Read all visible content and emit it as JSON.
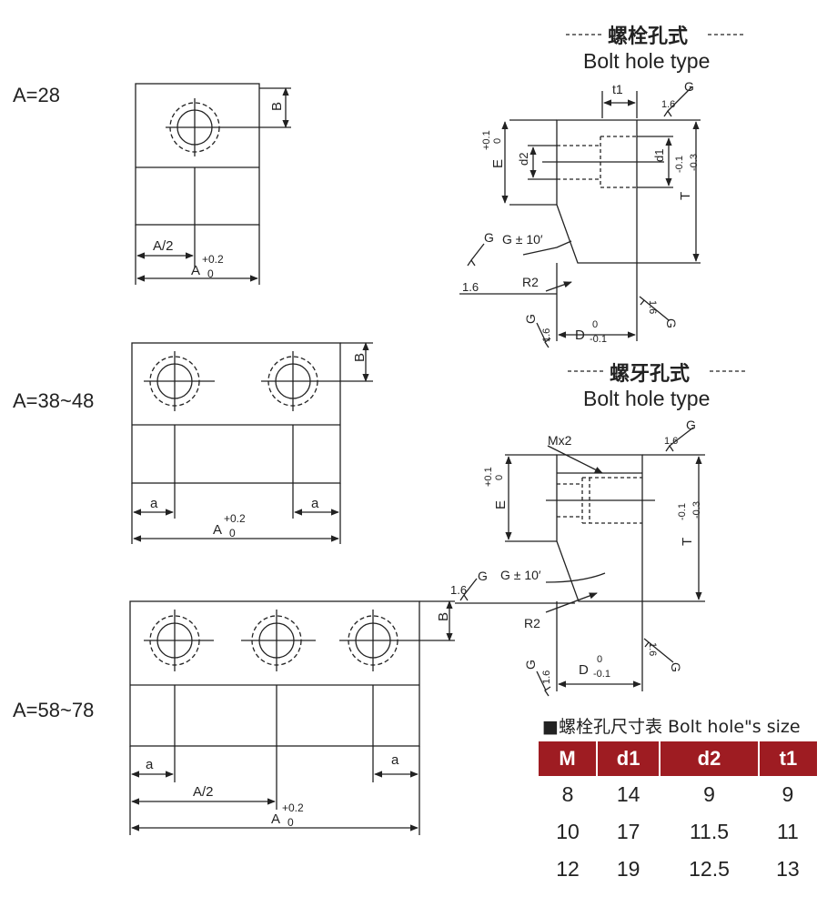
{
  "left_labels": {
    "a28": "A=28",
    "a38_48": "A=38~48",
    "a58_78": "A=58~78"
  },
  "dims": {
    "B": "B",
    "a": "a",
    "A_half": "A/2",
    "A": "A",
    "A_sub": "0",
    "A_tol": "+0.2",
    "t1": "t1",
    "d1": "d1",
    "d2": "d2",
    "E": "E",
    "E_tol_up": "+0.1",
    "E_tol_low": "0",
    "T": "T",
    "T_tol_up": "-0.1",
    "T_tol_low": "-0.3",
    "D": "D",
    "D_tol_up": "0",
    "D_tol_low": "-0.1",
    "G": "G",
    "roughness": "1.6",
    "G_angle": "G ± 10′",
    "R2": "R2",
    "Mx2": "Mx2"
  },
  "section1": {
    "title_cn": "螺栓孔式",
    "title_en": "Bolt hole type"
  },
  "section2": {
    "title_cn": "螺牙孔式",
    "title_en": "Bolt hole type"
  },
  "table": {
    "caption": "■螺栓孔尺寸表 Bolt hole\"s size",
    "header_color": "#9e1c22",
    "columns": [
      "M",
      "d1",
      "d2",
      "t1"
    ],
    "rows": [
      [
        "8",
        "14",
        "9",
        "9"
      ],
      [
        "10",
        "17",
        "11.5",
        "11"
      ],
      [
        "12",
        "19",
        "12.5",
        "13"
      ]
    ]
  }
}
